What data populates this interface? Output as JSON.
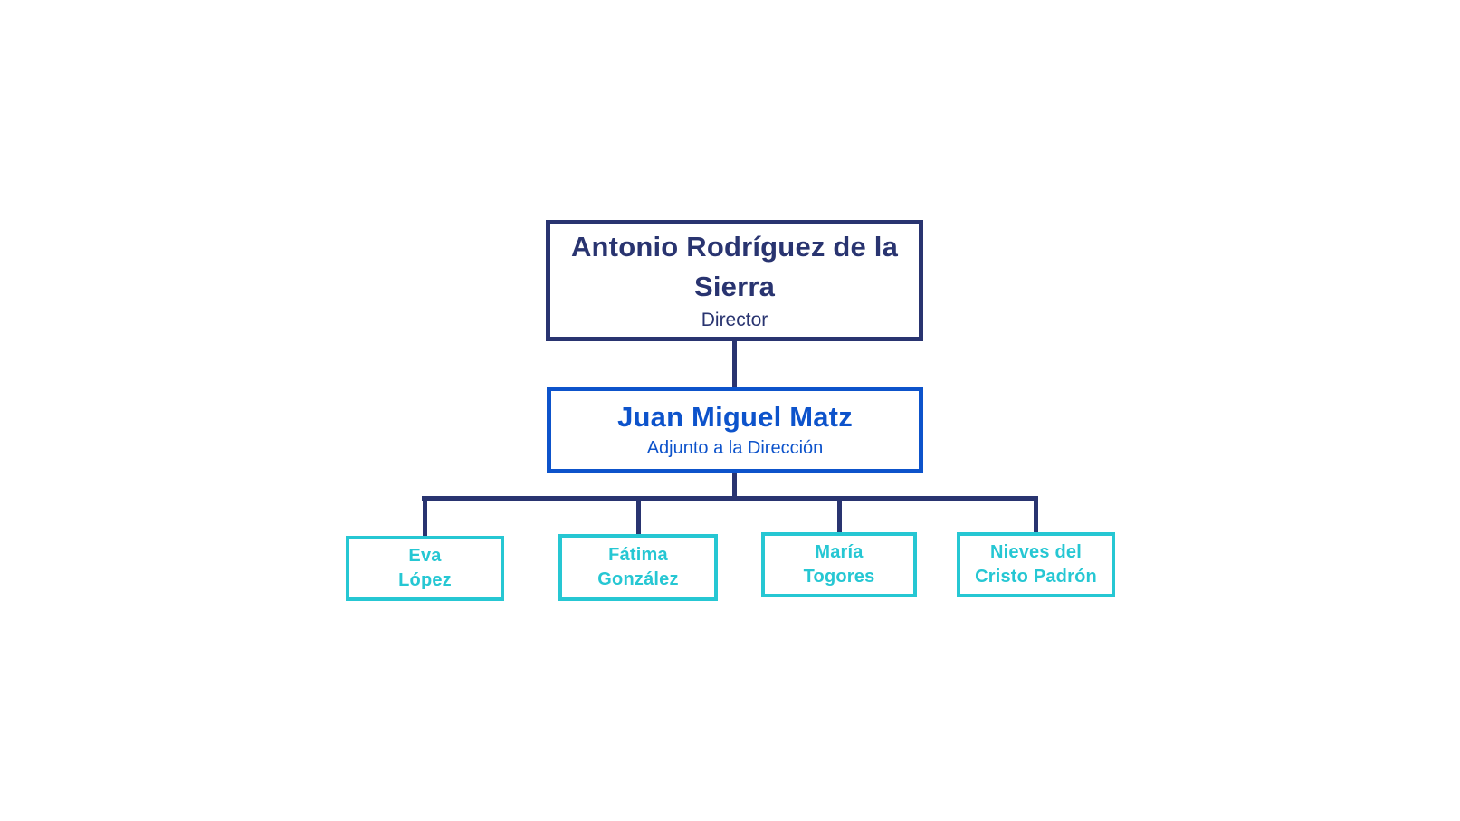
{
  "colors": {
    "navy": "#293470",
    "blue": "#0d53cb",
    "teal": "#26c7d3",
    "background": "#ffffff"
  },
  "org": {
    "director": {
      "name": "Antonio Rodríguez de la Sierra",
      "role": "Director"
    },
    "deputy": {
      "name": "Juan Miguel Matz",
      "role": "Adjunto a la Dirección"
    },
    "team": [
      {
        "line1": "Eva",
        "line2": "López"
      },
      {
        "line1": "Fátima",
        "line2": "González"
      },
      {
        "line1": "María",
        "line2": "Togores"
      },
      {
        "line1": "Nieves del",
        "line2": "Cristo Padrón"
      }
    ]
  }
}
